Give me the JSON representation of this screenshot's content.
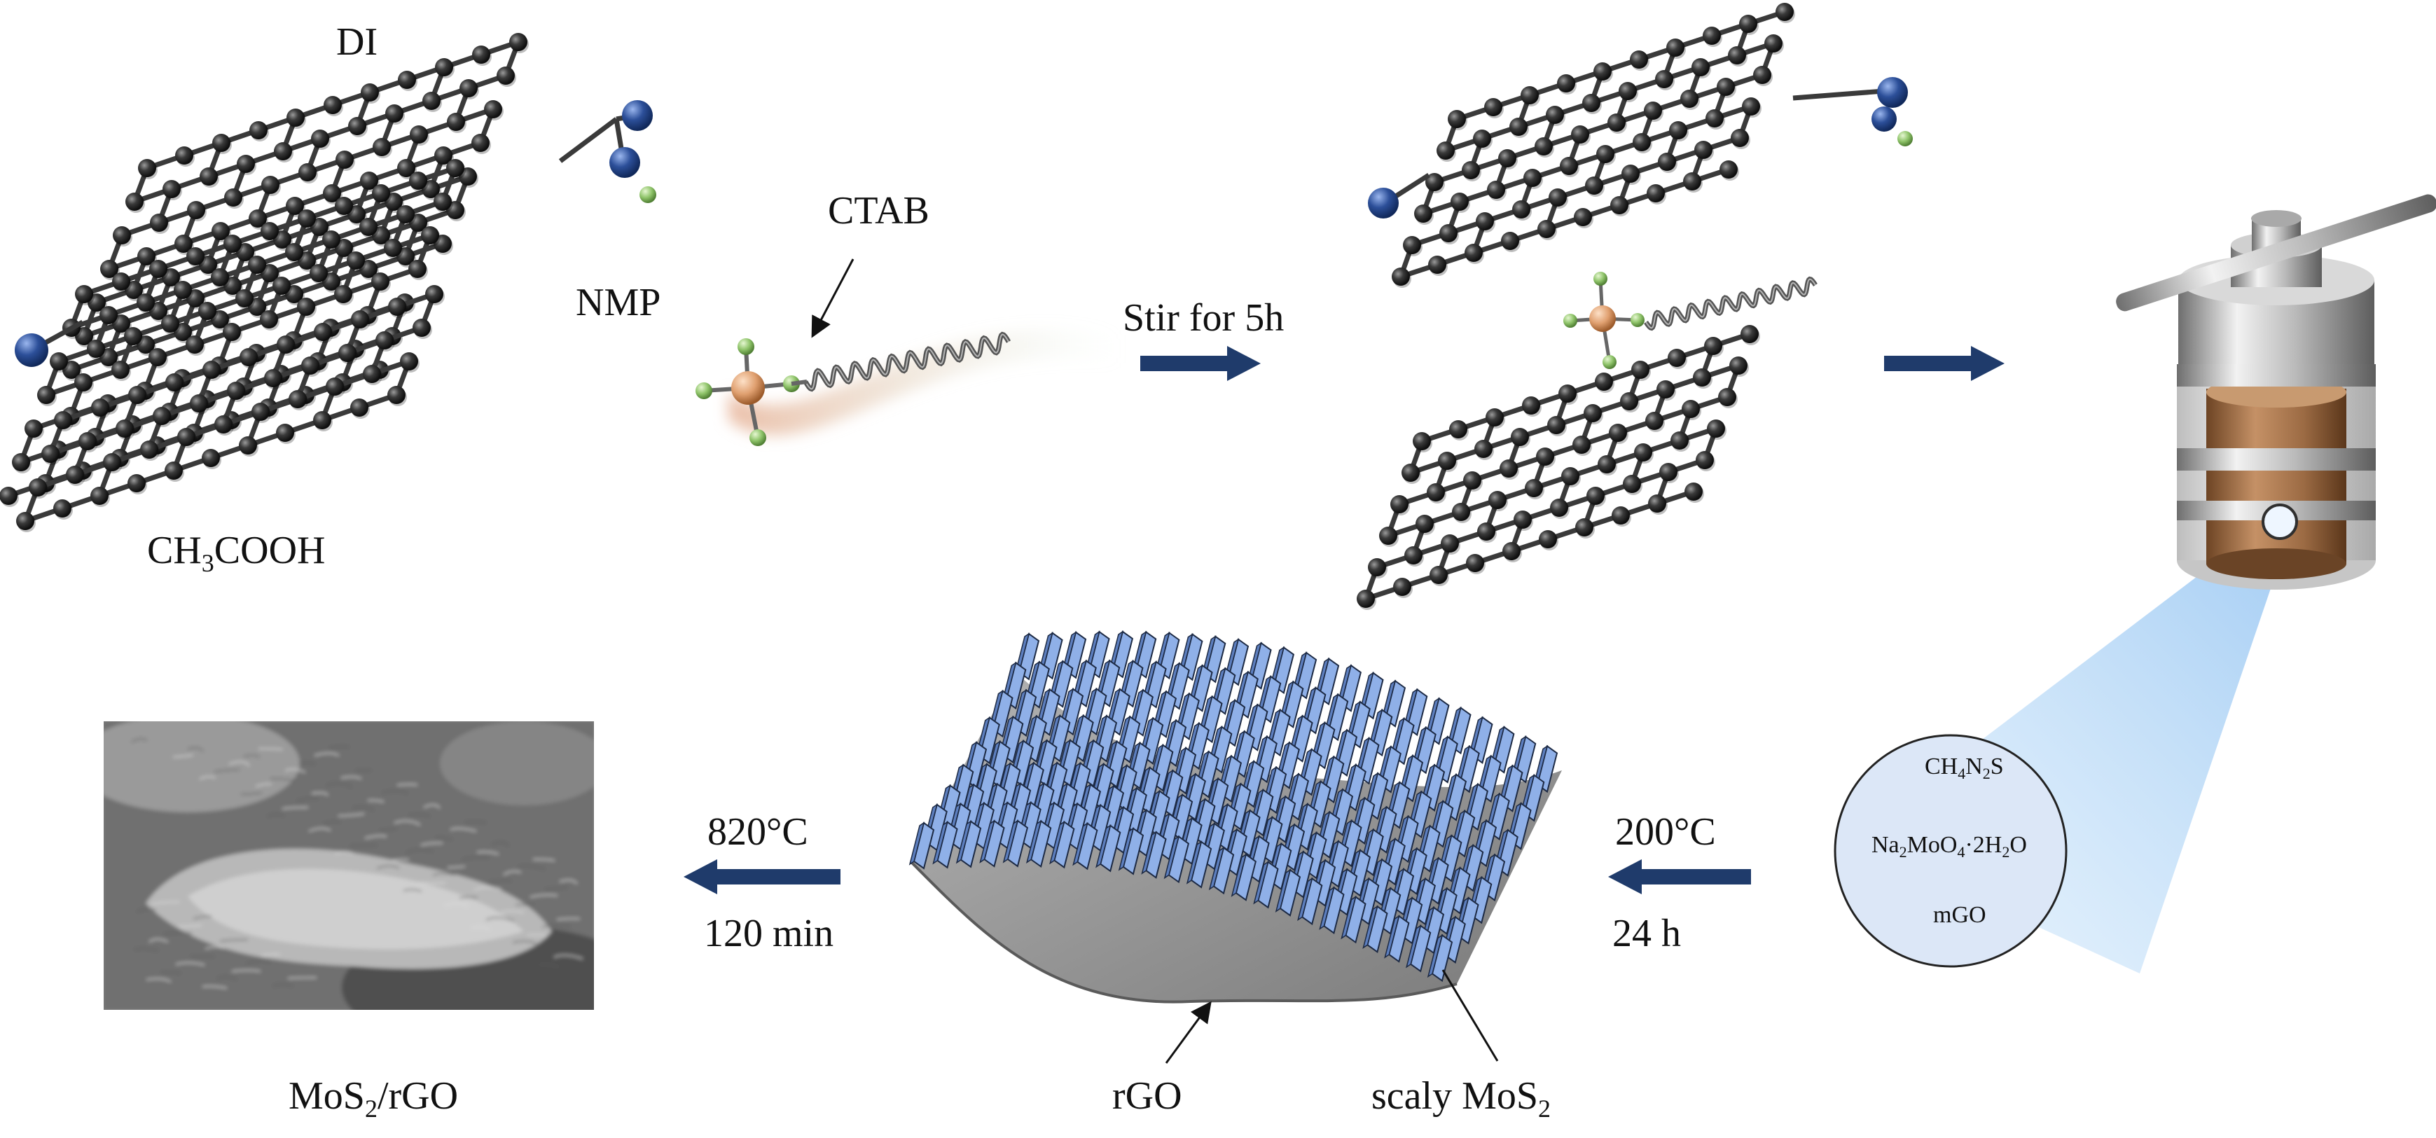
{
  "colors": {
    "arrow": "#1f3b6b",
    "atom_carbon": "#3a3a3a",
    "atom_nitrogen": "#2c4f99",
    "atom_hydrogen": "#8fc46a",
    "atom_central": "#e0a070",
    "mos2_fin": "#8fb0e8",
    "rgo_sheet": "#8c8c8c",
    "beam": "#bcd9f6",
    "circle_fill": "#dce7f7"
  },
  "icons": [
    "graphene-sheet-icon",
    "ctab-molecule-icon",
    "autoclave-icon",
    "mos2-rgo-sheet-icon",
    "sem-image-icon",
    "arrow-right-icon",
    "arrow-left-icon"
  ],
  "labels": {
    "di": "DI",
    "nmp": "NMP",
    "ch3cooh": {
      "a": "CH",
      "b": "3",
      "c": "COOH"
    },
    "ctab": "CTAB",
    "stir": "Stir for 5h",
    "temp_200": "200°C",
    "time_24": "24 h",
    "temp_820": "820°C",
    "time_120": "120 min",
    "rgo": "rGO",
    "scaly": {
      "a": "scaly MoS",
      "b": "2"
    },
    "product": {
      "a": "MoS",
      "b": "2",
      "c": "/rGO"
    }
  },
  "reagents": {
    "thiourea": {
      "a": "CH",
      "b": "4",
      "c": "N",
      "d": "2",
      "e": "S"
    },
    "molybdate": {
      "a": "Na",
      "b": "2",
      "c": "MoO",
      "d": "4",
      "e": "·2H",
      "f": "2",
      "g": "O"
    },
    "mgo": "mGO"
  }
}
